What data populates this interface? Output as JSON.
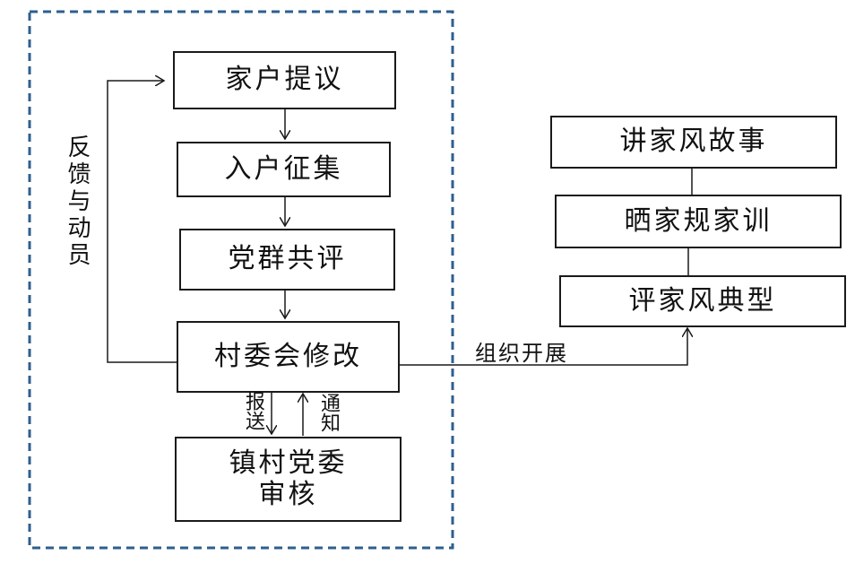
{
  "flow": {
    "step1": "家户提议",
    "step2": "入户征集",
    "step3": "党群共评",
    "step4": "村委会修改",
    "step5_line1": "镇村党委",
    "step5_line2": "审核",
    "feedback_label": "反馈与动员",
    "report_label": "报送",
    "notify_label": "通知",
    "organize_label": "组织开展"
  },
  "activities": {
    "item1": "讲家风故事",
    "item2": "晒家规家训",
    "item3": "评家风典型"
  },
  "colors": {
    "dashed_frame": "#2e5f8e",
    "line": "#1a1a1a"
  }
}
